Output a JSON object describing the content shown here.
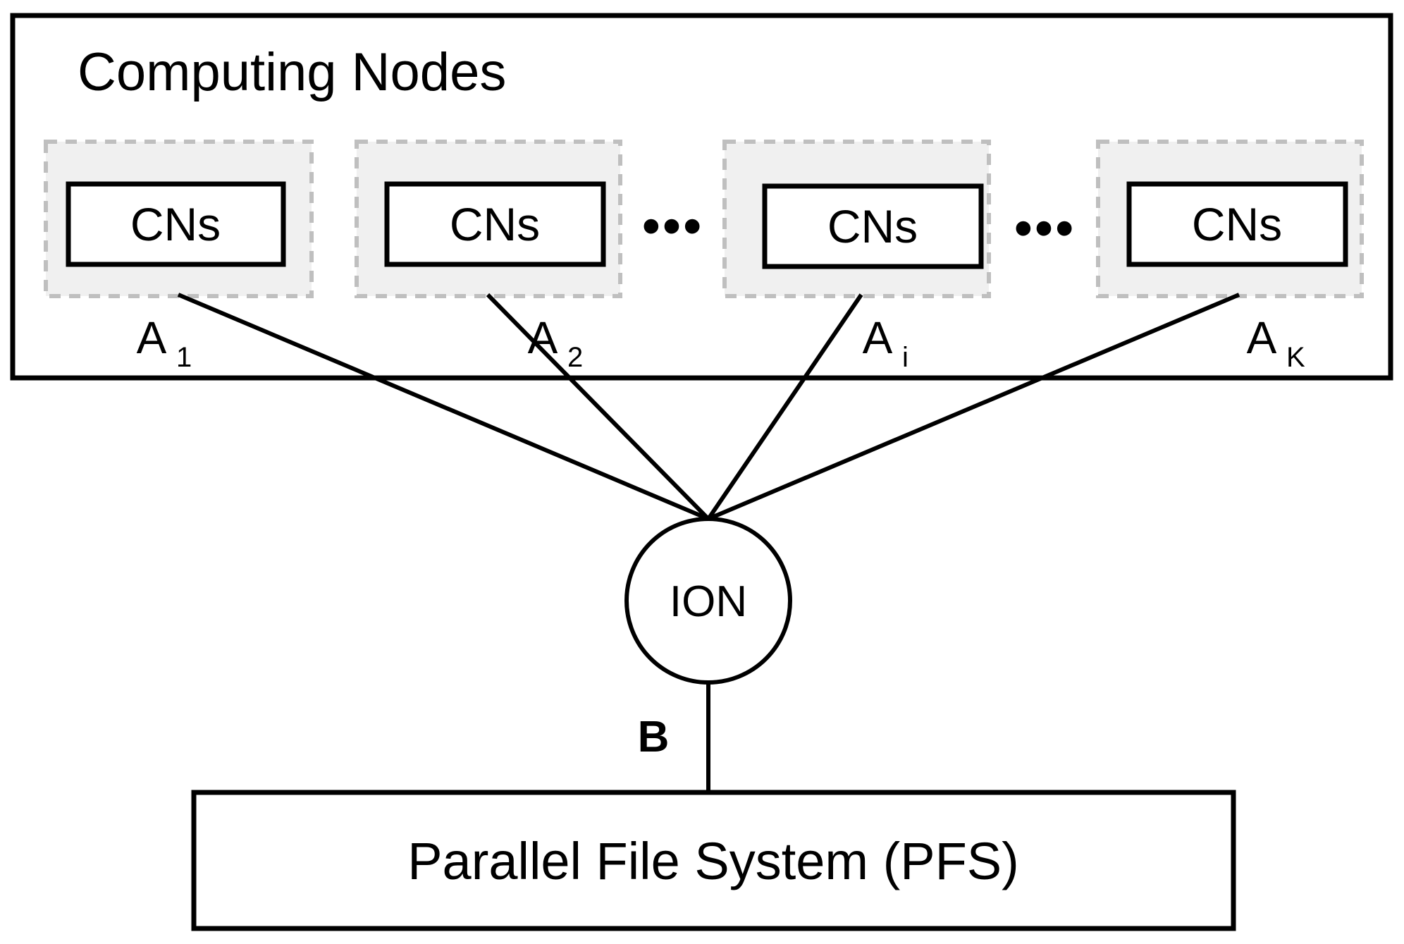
{
  "figure": {
    "title": "Computing Nodes",
    "outer_frame": {
      "label": "computing-nodes-frame"
    },
    "node_groups": [
      {
        "box_label": "CNs",
        "edge_label_base": "A",
        "edge_label_sub": "1"
      },
      {
        "box_label": "CNs",
        "edge_label_base": "A",
        "edge_label_sub": "2"
      },
      {
        "box_label": "CNs",
        "edge_label_base": "A",
        "edge_label_sub": "i"
      },
      {
        "box_label": "CNs",
        "edge_label_base": "A",
        "edge_label_sub": "K"
      }
    ],
    "ellipses": [
      {
        "text": "•••"
      },
      {
        "text": "•••"
      }
    ],
    "ion": {
      "label": "ION"
    },
    "ion_to_pfs_link_label": "B",
    "pfs": {
      "label": "Parallel File System (PFS)"
    },
    "colors": {
      "stroke": "#000000",
      "dashed_stroke": "#bfbfbf",
      "group_fill": "#f0f0f0",
      "box_fill": "#ffffff",
      "background": "#ffffff"
    }
  }
}
